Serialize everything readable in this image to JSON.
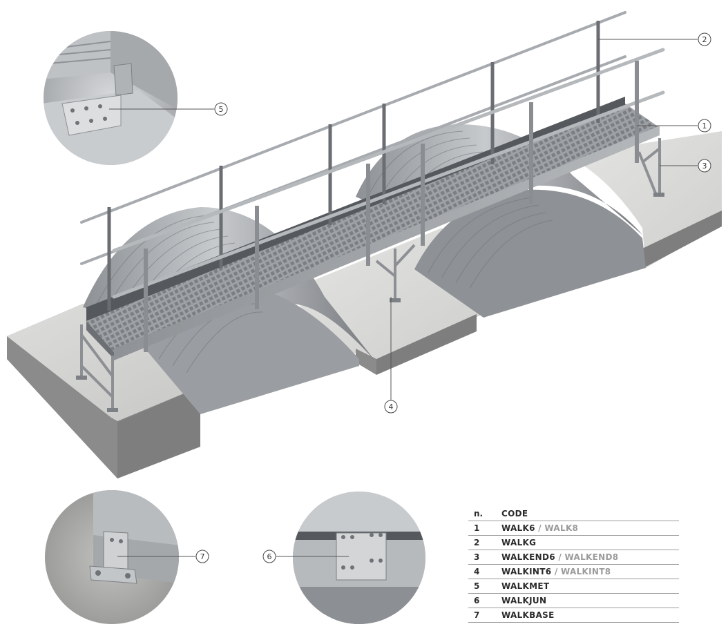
{
  "callouts": [
    {
      "n": "1",
      "code": "WALK6",
      "alt": "WALK8"
    },
    {
      "n": "2",
      "code": "WALKG",
      "alt": ""
    },
    {
      "n": "3",
      "code": "WALKEND6",
      "alt": "WALKEND8"
    },
    {
      "n": "4",
      "code": "WALKINT6",
      "alt": "WALKINT8"
    },
    {
      "n": "5",
      "code": "WALKMET",
      "alt": ""
    },
    {
      "n": "6",
      "code": "WALKJUN",
      "alt": ""
    },
    {
      "n": "7",
      "code": "WALKBASE",
      "alt": ""
    }
  ],
  "legend": {
    "header_n": "n.",
    "header_code": "CODE",
    "separator": " / "
  },
  "colors": {
    "concrete": "#d9d9d7",
    "metal_light": "#c9cccf",
    "metal_dark": "#5f6266",
    "text": "#2b2b2b",
    "alt_text": "#9b9b9b"
  }
}
